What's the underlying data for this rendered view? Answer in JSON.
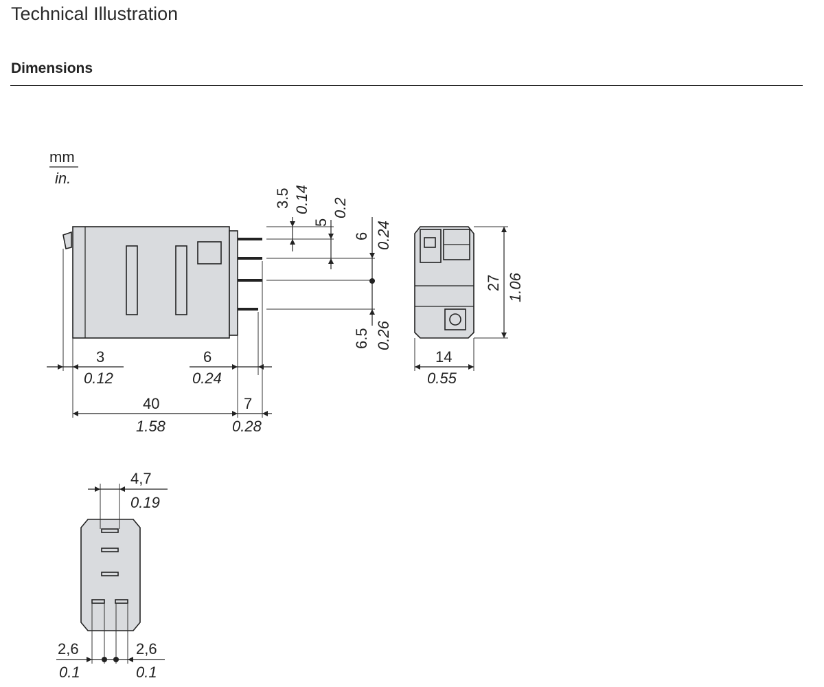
{
  "page": {
    "title": "Technical Illustration",
    "section": "Dimensions"
  },
  "units": {
    "primary": "mm",
    "secondary": "in."
  },
  "side_view": {
    "d_left_tab": {
      "mm": "3",
      "in": "0.12"
    },
    "d_pin_offset": {
      "mm": "6",
      "in": "0.24"
    },
    "d_length": {
      "mm": "40",
      "in": "1.58"
    },
    "d_pins": {
      "mm": "7",
      "in": "0.28"
    },
    "d_pitch_a": {
      "mm": "3.5",
      "in": "0.14"
    },
    "d_pitch_b": {
      "mm": "5",
      "in": "0.2"
    },
    "d_pitch_c": {
      "mm": "6",
      "in": "0.24"
    },
    "d_pitch_d": {
      "mm": "6.5",
      "in": "0.26"
    }
  },
  "end_view": {
    "d_height": {
      "mm": "27",
      "in": "1.06"
    },
    "d_width": {
      "mm": "14",
      "in": "0.55"
    }
  },
  "bottom_view": {
    "d_top": {
      "mm": "4,7",
      "in": "0.19"
    },
    "d_left": {
      "mm": "2,6",
      "in": "0.1"
    },
    "d_right": {
      "mm": "2,6",
      "in": "0.1"
    }
  }
}
